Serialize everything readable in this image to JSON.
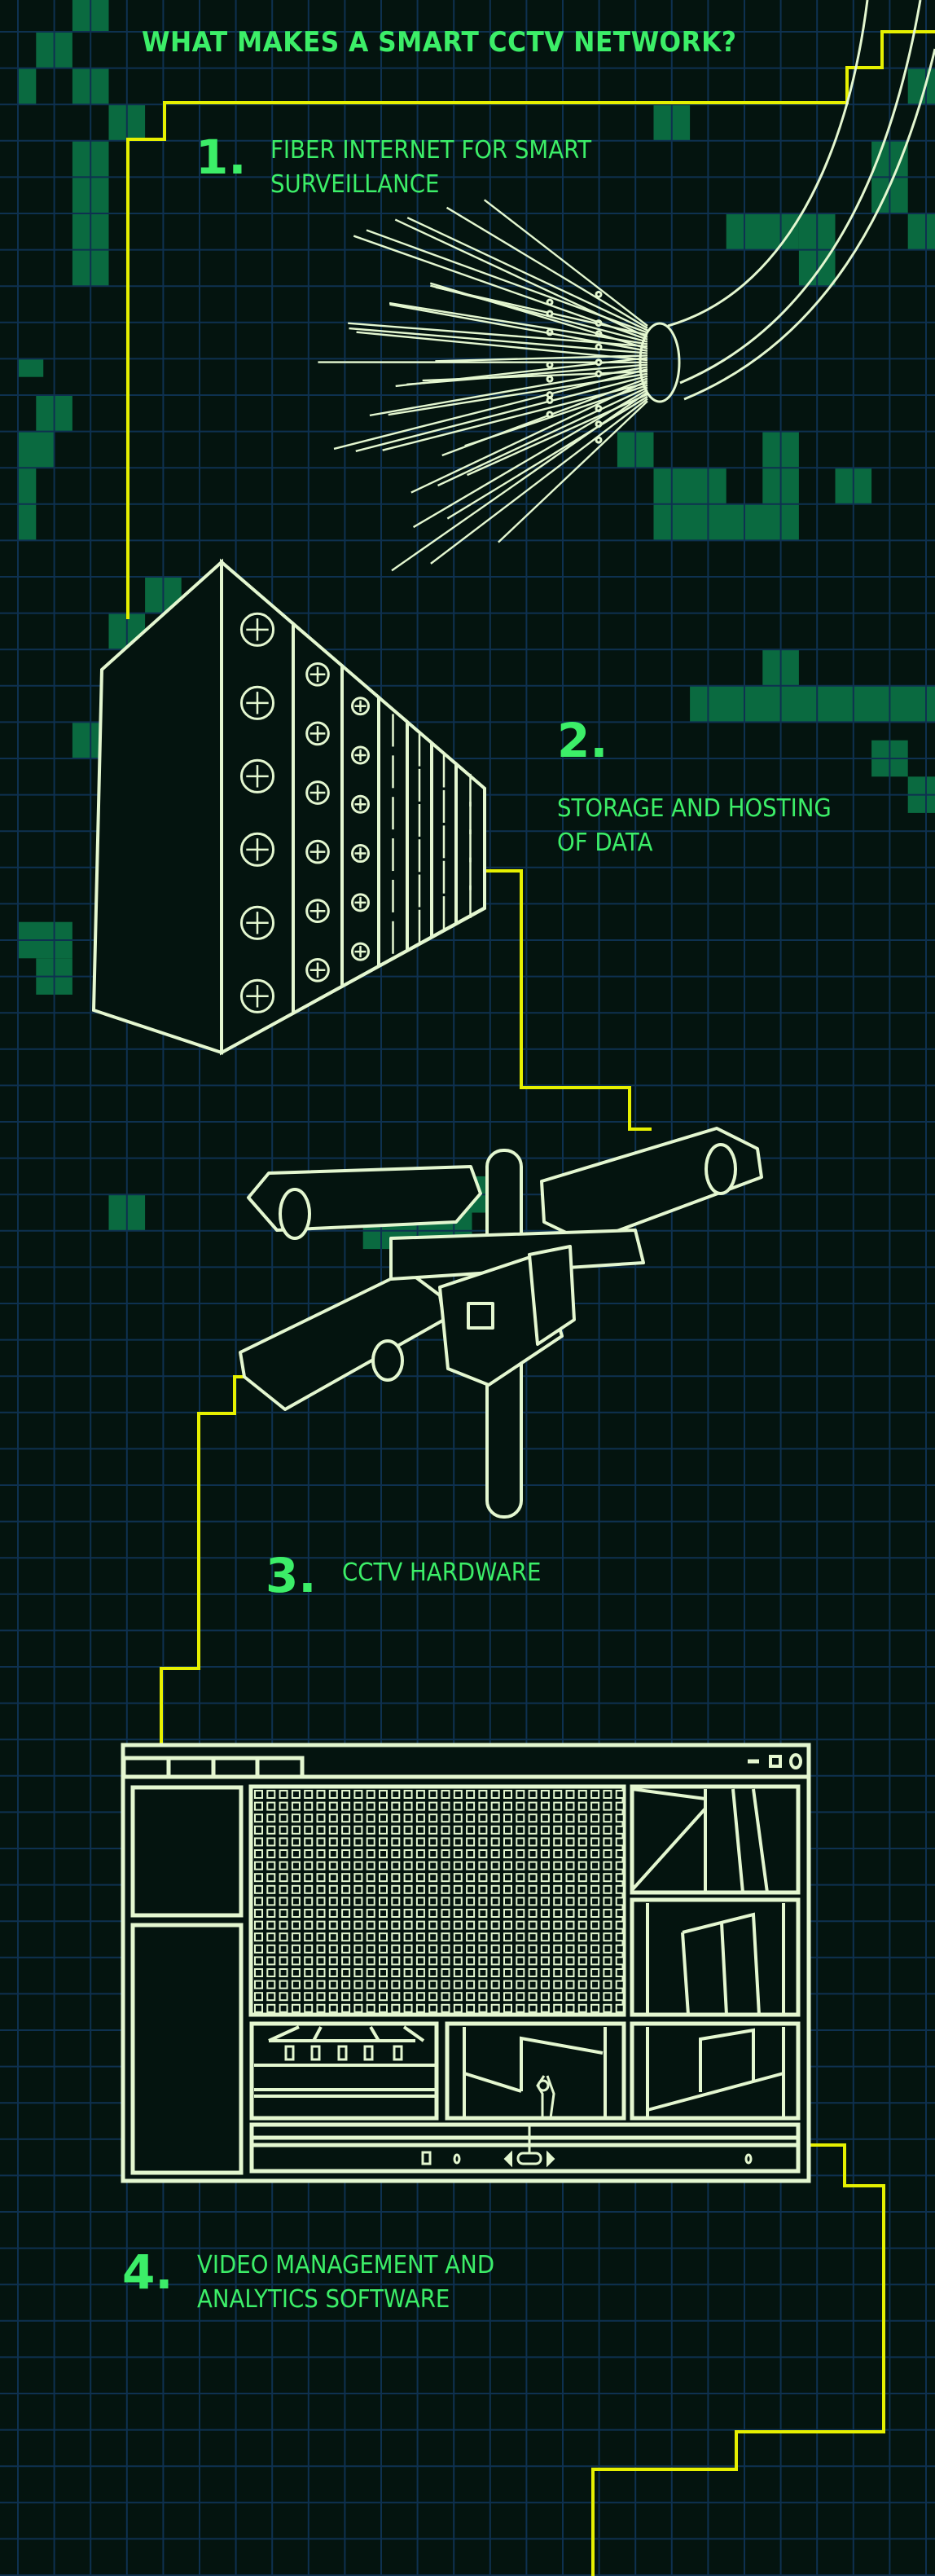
{
  "title": "WHAT MAKES A SMART CCTV NETWORK?",
  "steps": [
    {
      "number": "1.",
      "line1": "FIBER INTERNET FOR SMART",
      "line2": "SURVEILLANCE",
      "icon": "fiber-optic-cable-icon"
    },
    {
      "number": "2.",
      "line1": "STORAGE AND HOSTING",
      "line2": "OF DATA",
      "icon": "server-rack-icon"
    },
    {
      "number": "3.",
      "line1": "CCTV HARDWARE",
      "line2": "",
      "icon": "cctv-cameras-icon"
    },
    {
      "number": "4.",
      "line1": "VIDEO MANAGEMENT AND",
      "line2": "ANALYTICS SOFTWARE",
      "icon": "software-window-icon"
    }
  ],
  "colors": {
    "background": "#04140f",
    "grid": "#0e3150",
    "block": "#0a6a40",
    "text": "#3cee68",
    "connector": "#e6f000",
    "lineart": "#e4f7d0"
  }
}
